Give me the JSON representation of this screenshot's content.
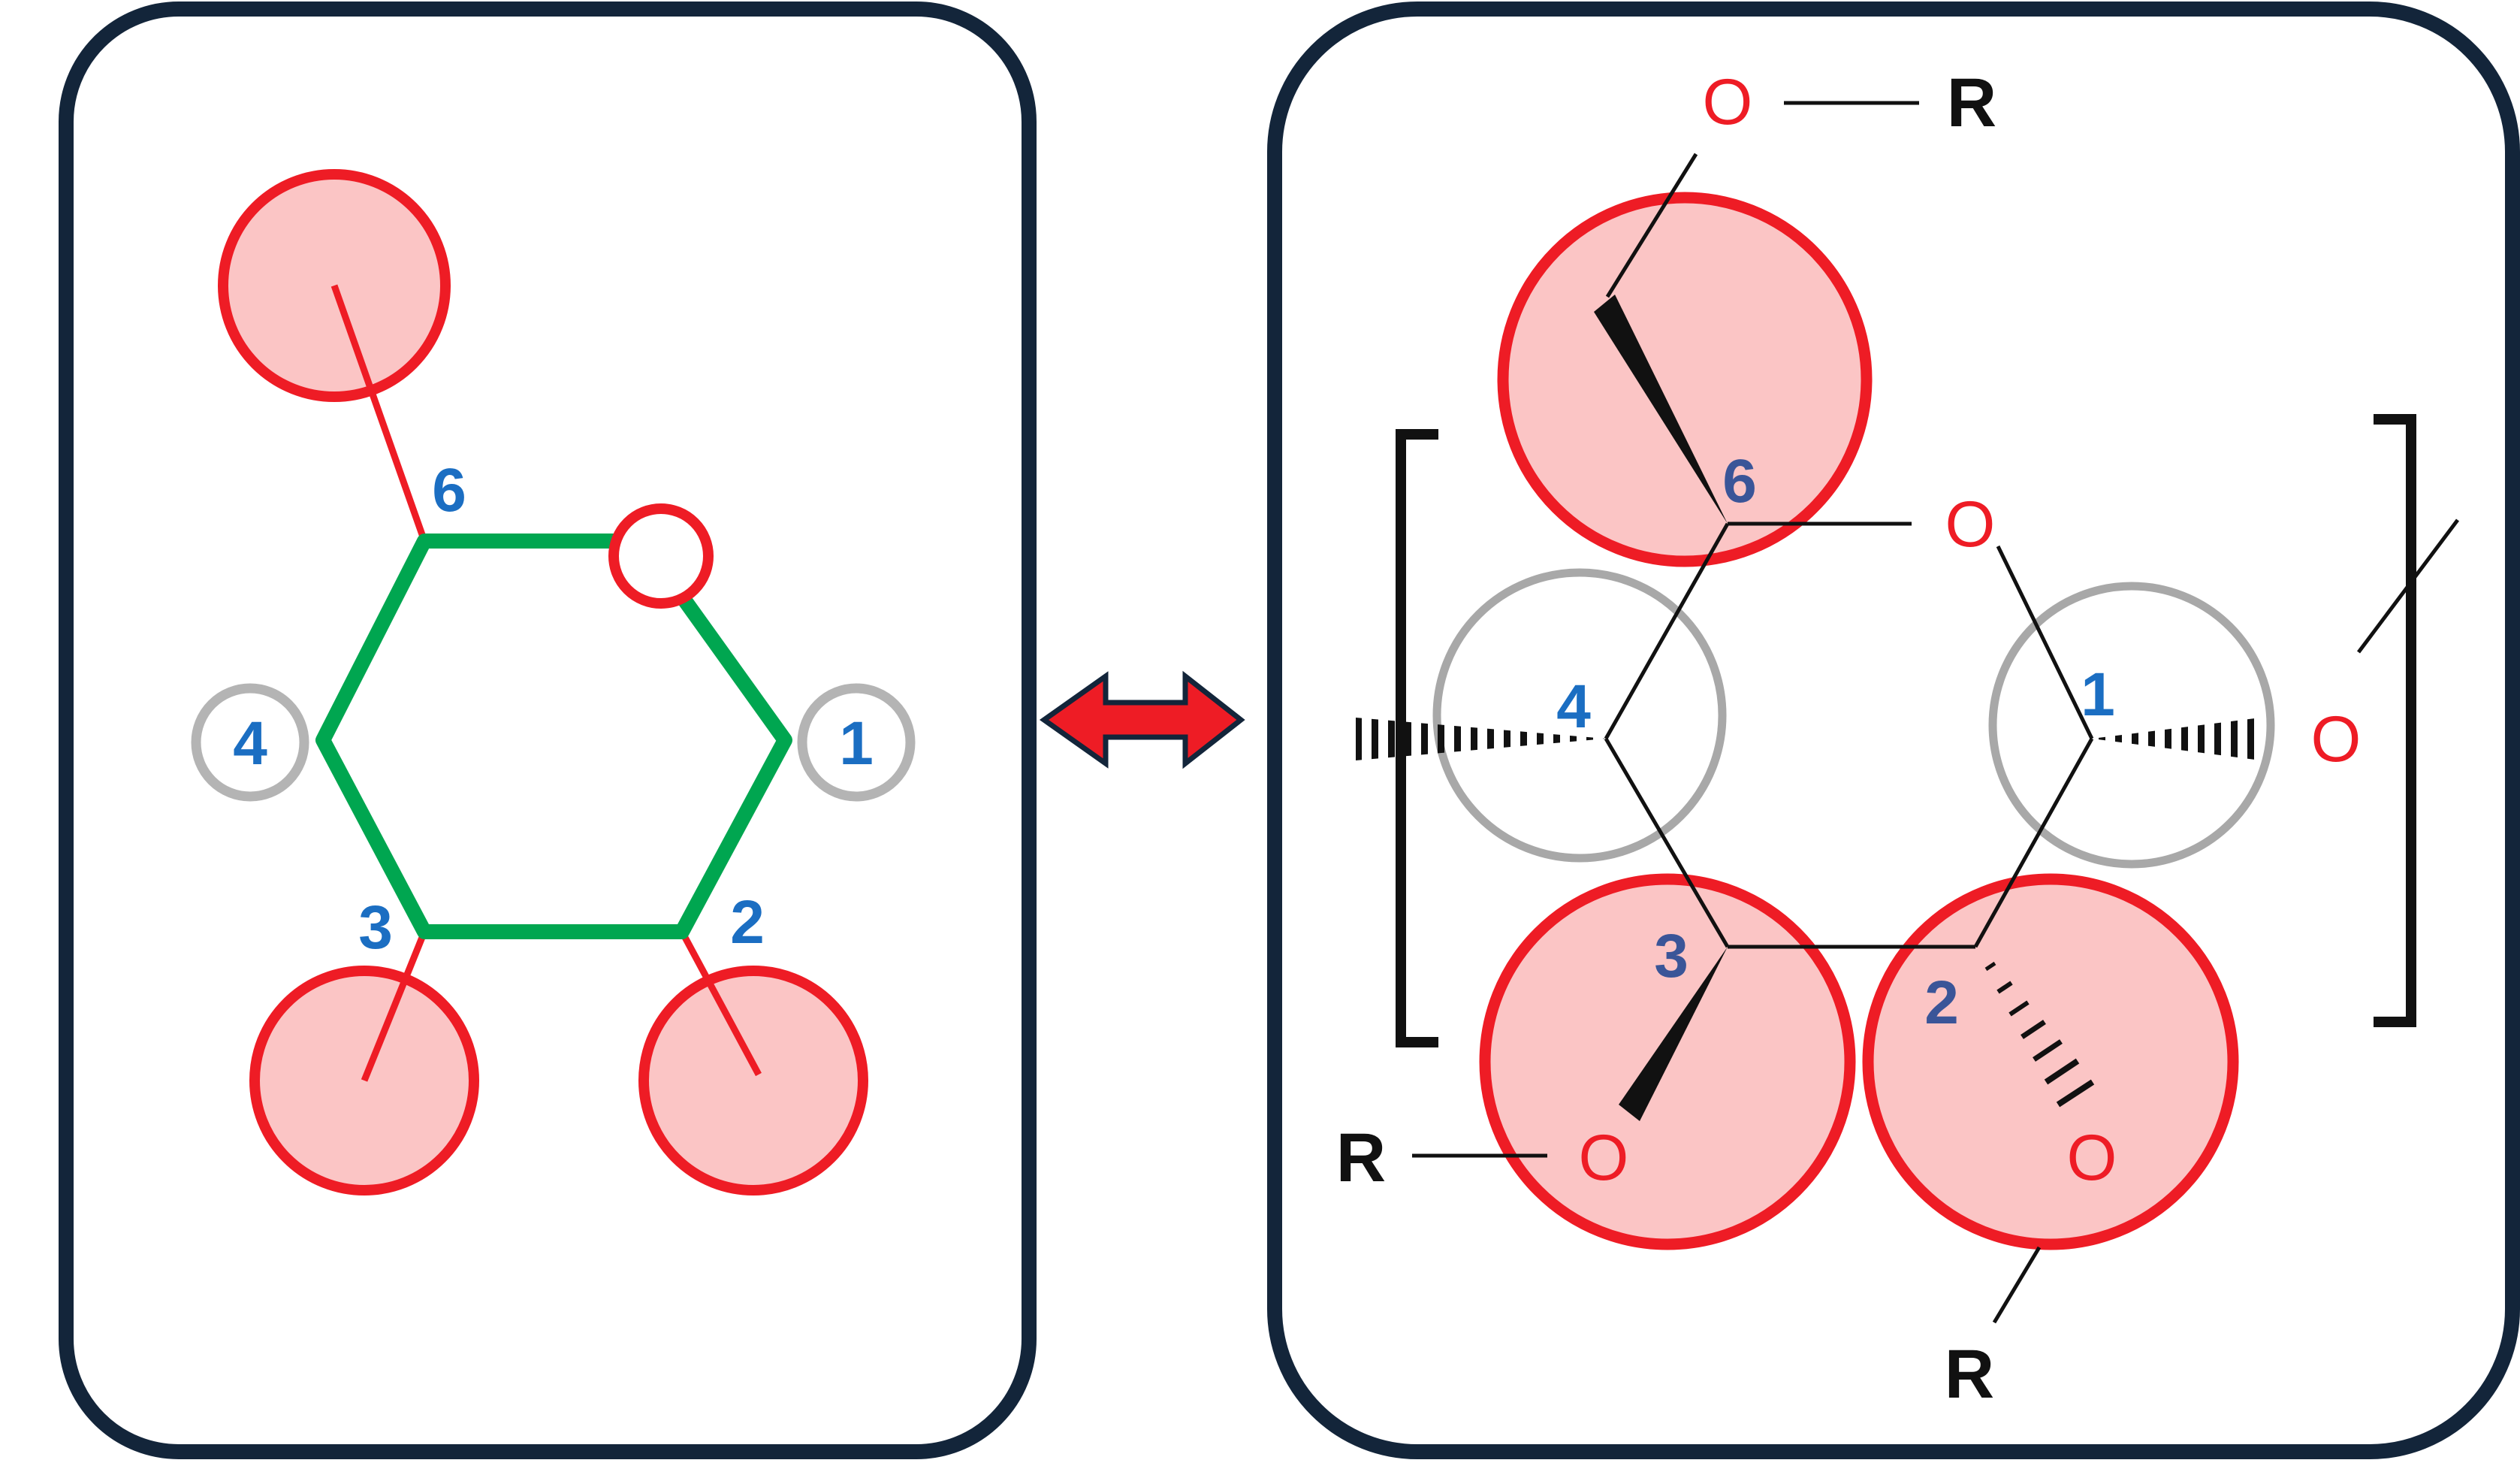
{
  "colors": {
    "frame": "#13253a",
    "ring": "#00a650",
    "highlight_stroke": "#ee1c25",
    "highlight_fill": "#fbc5c5",
    "grey_circle": "#b4b4b4",
    "number_blue": "#1b6ec2",
    "number_navy": "#3a5598",
    "bond": "#111111",
    "arrow_fill": "#ee1c25",
    "arrow_outline": "#13253a"
  },
  "left_panel": {
    "labels": {
      "c1": "1",
      "c2": "2",
      "c3": "3",
      "c4": "4",
      "c6": "6"
    }
  },
  "arrow": {
    "icon": "double-headed-arrow-icon"
  },
  "right_panel": {
    "labels": {
      "c1": "1",
      "c2": "2",
      "c3": "3",
      "c4": "4",
      "c6": "6"
    },
    "atoms": {
      "oxygen": "O",
      "r_group": "R"
    }
  }
}
